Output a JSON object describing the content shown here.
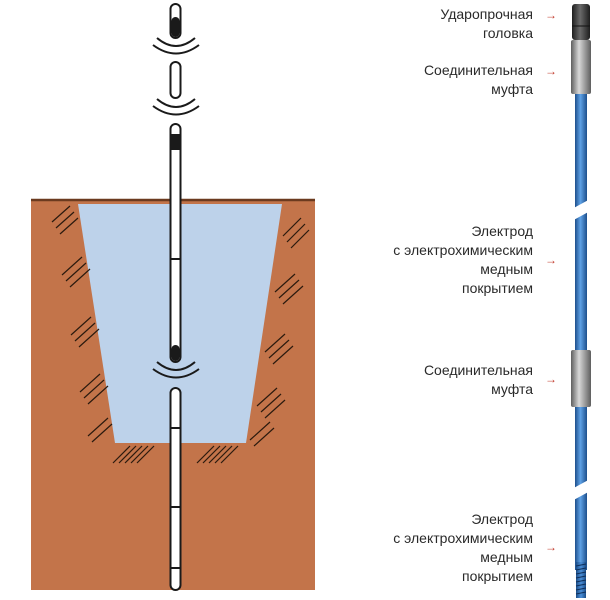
{
  "labels": {
    "strike_head": [
      "Ударопрочная",
      "головка"
    ],
    "coupling_top": [
      "Соединительная",
      "муфта"
    ],
    "electrode_top": [
      "Электрод",
      "с электрохимическим",
      "медным",
      "покрытием"
    ],
    "coupling_mid": [
      "Соединительная",
      "муфта"
    ],
    "electrode_bottom": [
      "Электрод",
      "с электрохимическим",
      "медным",
      "покрытием"
    ]
  },
  "arrow_glyph": "→",
  "colors": {
    "soil": "#c3744a",
    "soil_edge": "#6b3a1f",
    "concrete": "#bdd2ea",
    "rod_blue": "#2f78c6",
    "coupling_gray": "#8f8f8f",
    "head_dark": "#3a3a3a",
    "arrow": "#c0392b"
  },
  "icons": [
    "hammer-blow-icon",
    "arrow-right-icon"
  ]
}
